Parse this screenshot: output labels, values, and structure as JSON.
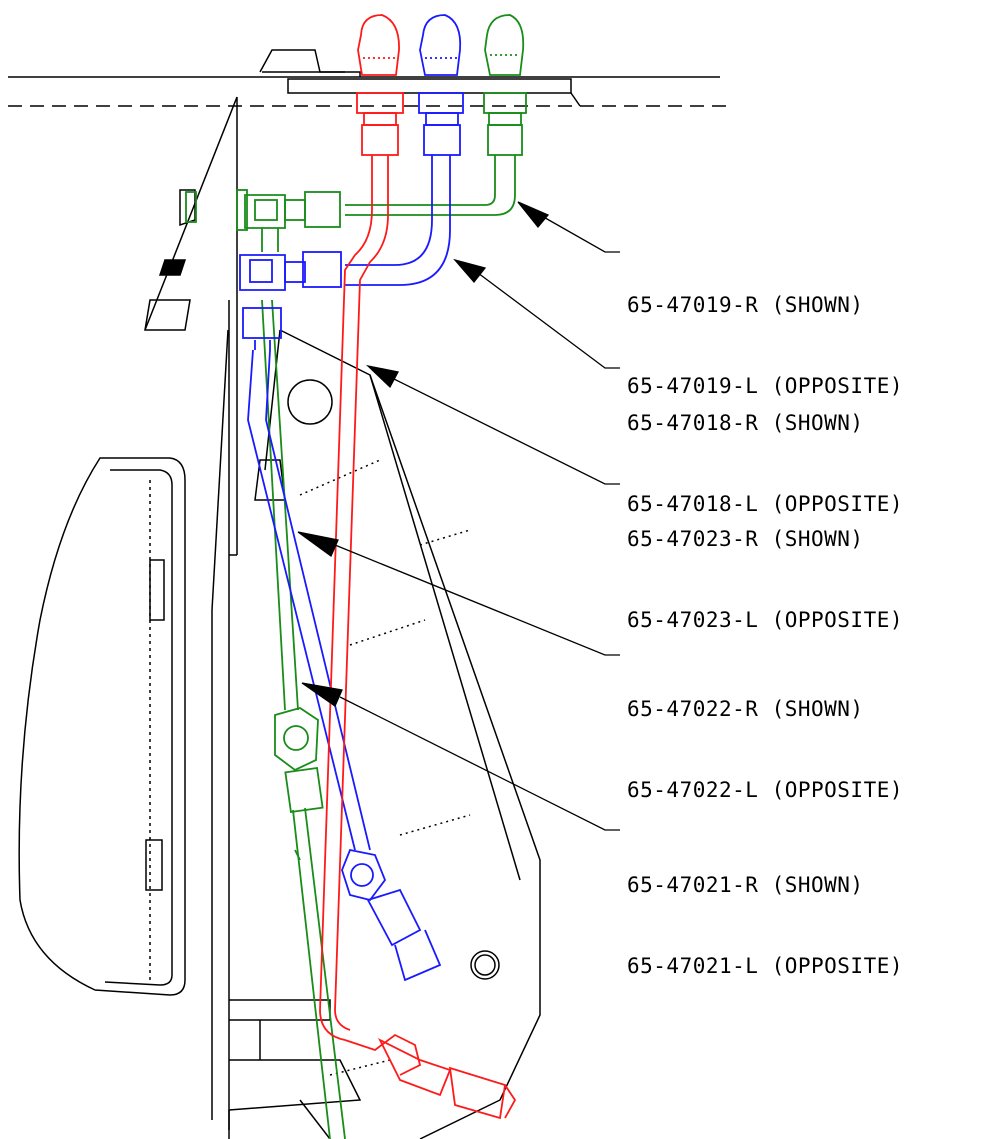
{
  "colors": {
    "red_line": "#ff1a1a",
    "blue_line": "#1a1aff",
    "green_line": "#1a8c1a",
    "outline": "#000000",
    "background": "#ffffff"
  },
  "callouts": [
    {
      "shown": "65-47019-R (SHOWN)",
      "opposite": "65-47019-L (OPPOSITE)",
      "points_to": "green-tube-upper"
    },
    {
      "shown": "65-47018-R (SHOWN)",
      "opposite": "65-47018-L (OPPOSITE)",
      "points_to": "blue-tube-upper"
    },
    {
      "shown": "65-47023-R (SHOWN)",
      "opposite": "65-47023-L (OPPOSITE)",
      "points_to": "red-tube"
    },
    {
      "shown": "65-47022-R (SHOWN)",
      "opposite": "65-47022-L (OPPOSITE)",
      "points_to": "blue-tube-lower"
    },
    {
      "shown": "65-47021-R (SHOWN)",
      "opposite": "65-47021-L (OPPOSITE)",
      "points_to": "green-tube-lower"
    }
  ]
}
